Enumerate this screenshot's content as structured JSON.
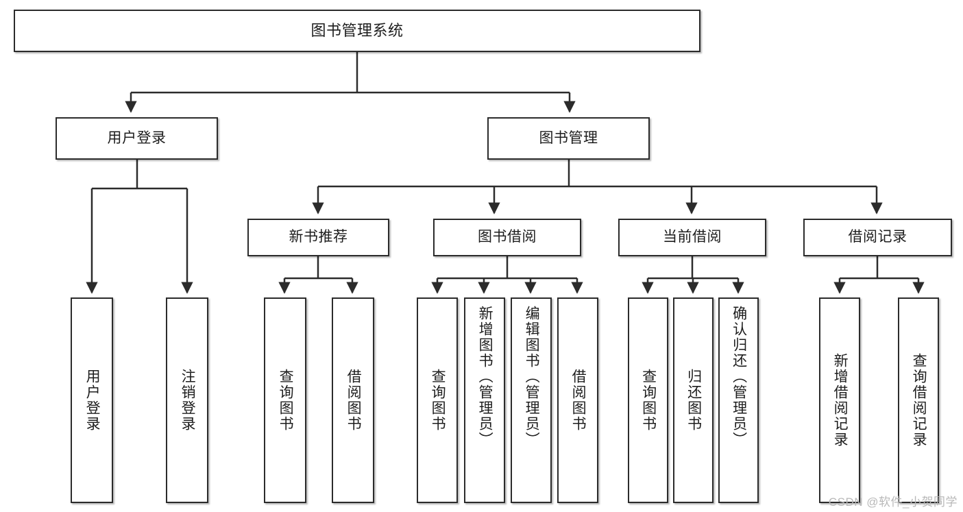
{
  "diagram": {
    "type": "tree-hierarchy",
    "title": "图书管理系统",
    "watermark": "CSDN @软件_小贺同学",
    "colors": {
      "box_border": "#2b2b2b",
      "box_fill": "#ffffff",
      "edge": "#2b2b2b",
      "text": "#1d1d1d",
      "watermark": "#b8b8b8"
    },
    "levels": {
      "root": {
        "label": "图书管理系统"
      },
      "level2": [
        {
          "label": "用户登录"
        },
        {
          "label": "图书管理"
        }
      ],
      "level3": [
        {
          "label": "新书推荐"
        },
        {
          "label": "图书借阅"
        },
        {
          "label": "当前借阅"
        },
        {
          "label": "借阅记录"
        }
      ],
      "leaves": {
        "user_login": [
          {
            "label": "用户登录"
          },
          {
            "label": "注销登录"
          }
        ],
        "new_book": [
          {
            "label": "查询图书"
          },
          {
            "label": "借阅图书"
          }
        ],
        "book_borrow": [
          {
            "label": "查询图书"
          },
          {
            "label": "新增图书（管理员）"
          },
          {
            "label": "编辑图书（管理员）"
          },
          {
            "label": "借阅图书"
          }
        ],
        "current_borrow": [
          {
            "label": "查询图书"
          },
          {
            "label": "归还图书"
          },
          {
            "label": "确认归还（管理员）"
          }
        ],
        "borrow_record": [
          {
            "label": "新增借阅记录"
          },
          {
            "label": "查询借阅记录"
          }
        ]
      }
    }
  }
}
